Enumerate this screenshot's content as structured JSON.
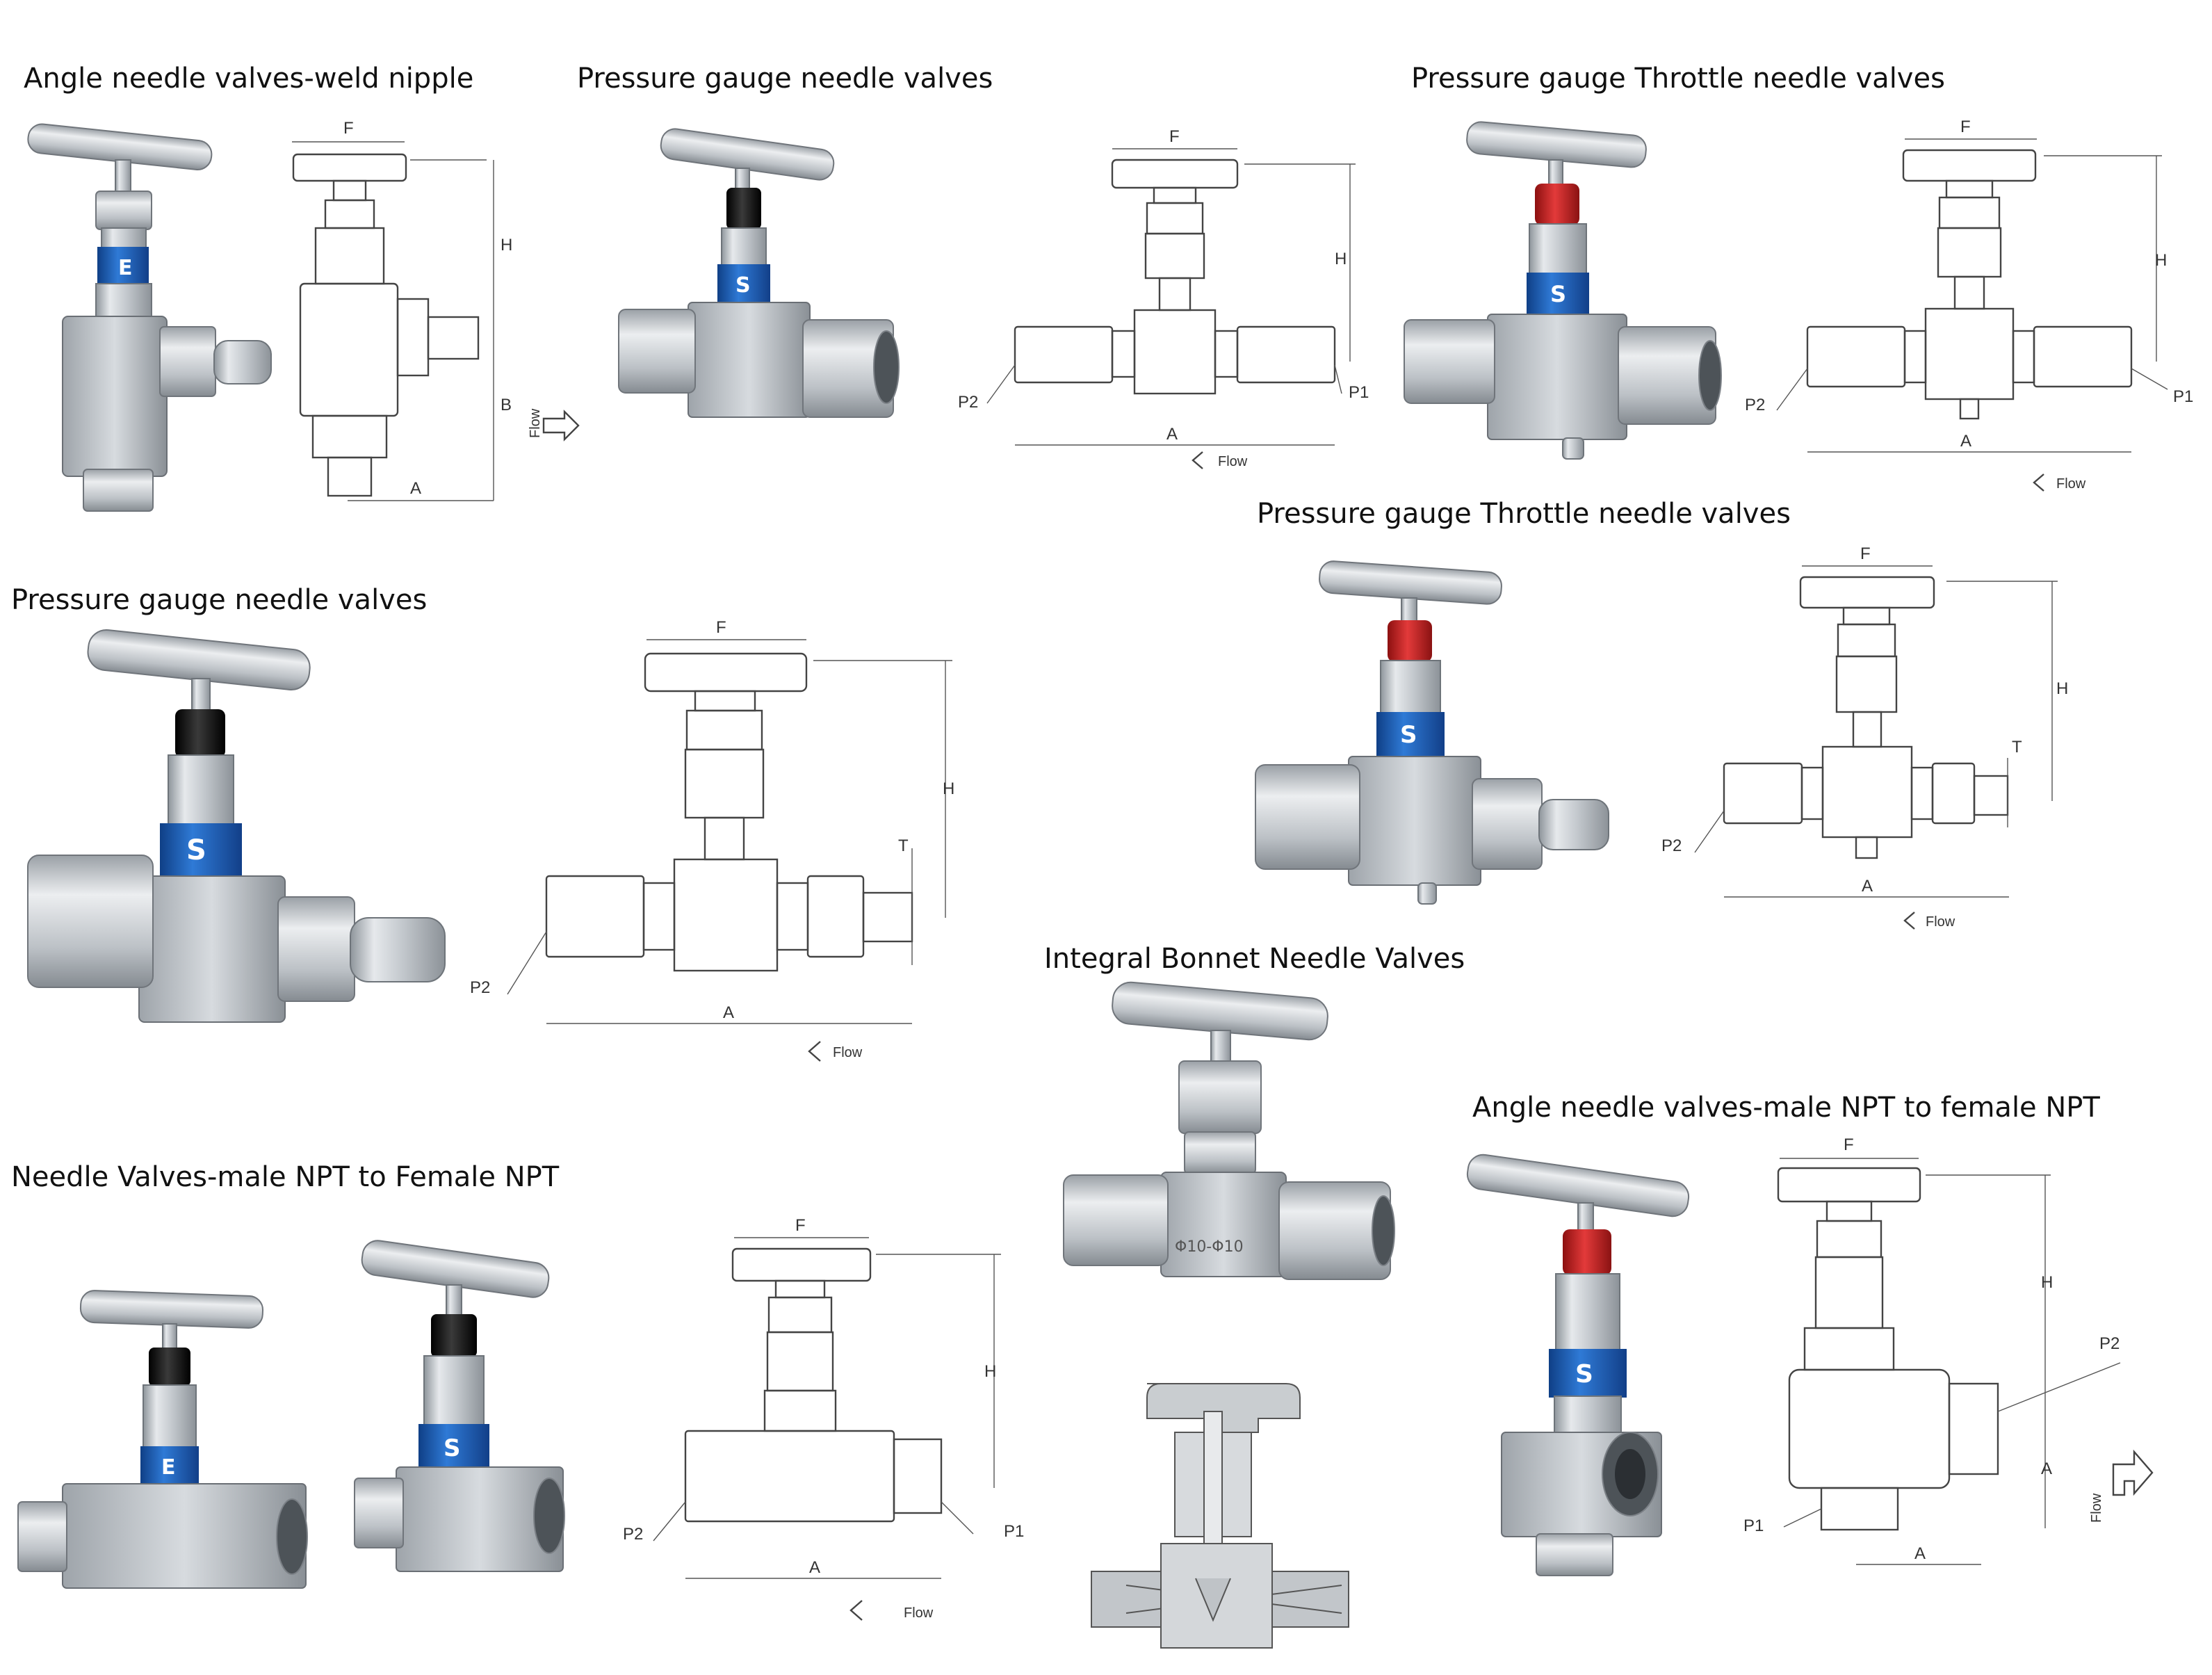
{
  "titles": {
    "t1": "Angle needle valves-weld nipple",
    "t2": "Pressure gauge needle valves",
    "t3": "Pressure gauge Throttle needle valves",
    "t4": "Pressure gauge Throttle needle valves",
    "t5": "Pressure gauge needle valves",
    "t6": "Integral Bonnet Needle Valves",
    "t7": "Angle needle valves-male NPT to female NPT",
    "t8": "Needle Valves-male NPT to Female NPT"
  },
  "dims": {
    "F": "F",
    "H": "H",
    "A": "A",
    "B": "B",
    "T": "T",
    "P1": "P1",
    "P2": "P2",
    "flow": "Flow"
  },
  "marks": {
    "brand_s": "S",
    "brand_e": "E",
    "size": "Φ10-Φ10"
  },
  "colors": {
    "steel": "#c9ced3",
    "label_blue": "#1e5fb8",
    "cap_red": "#d42a2a",
    "cap_black": "#1b1b1b",
    "line": "#444444"
  }
}
